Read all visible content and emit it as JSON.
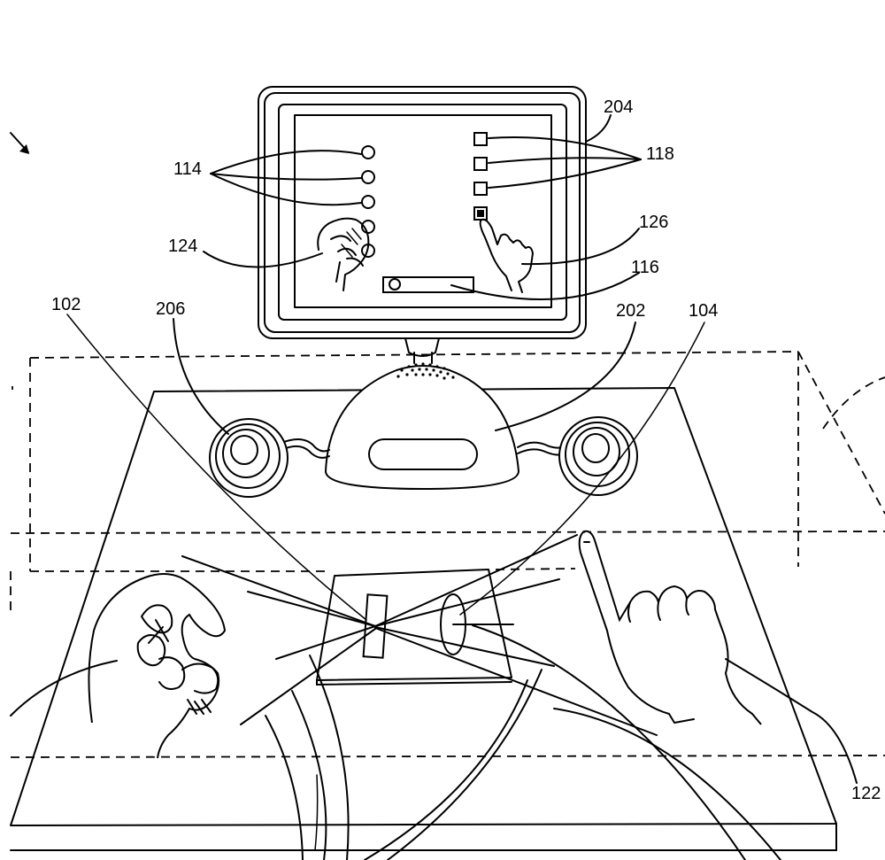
{
  "figure": {
    "labels": {
      "display": "204",
      "ui_buttons": "118",
      "ui_controls": "114",
      "virtual_hand_right": "126",
      "virtual_hand_left": "124",
      "slider": "116",
      "camera_left": "102",
      "speaker_left": "206",
      "base": "202",
      "camera_right": "104",
      "user_hand": "122"
    }
  }
}
